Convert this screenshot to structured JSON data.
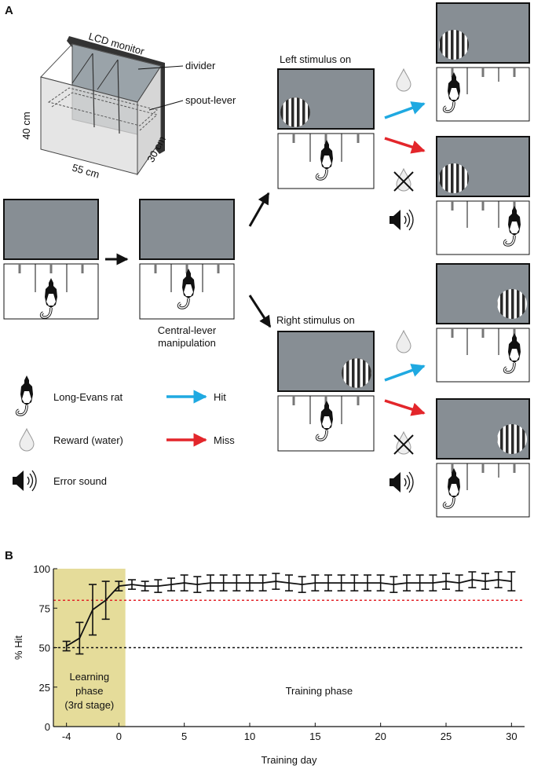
{
  "panel_a": {
    "letter": "A",
    "apparatus": {
      "lcd_label": "LCD monitor",
      "divider_label": "divider",
      "spout_label": "spout-lever",
      "height_label": "40 cm",
      "width_label": "55 cm",
      "depth_label": "30 cm"
    },
    "central_label_line1": "Central-lever",
    "central_label_line2": "manipulation",
    "left_stimulus_label": "Left stimulus on",
    "right_stimulus_label": "Right stimulus on",
    "legend": {
      "rat": "Long-Evans rat",
      "reward": "Reward (water)",
      "error": "Error sound",
      "hit": "Hit",
      "miss": "Miss"
    },
    "colors": {
      "hit": "#1fa9e1",
      "miss": "#e3262b",
      "monitor": "#878e94"
    }
  },
  "panel_b": {
    "letter": "B",
    "learning_label": [
      "Learning",
      "phase",
      "(3rd stage)"
    ],
    "training_label": "Training phase",
    "highlight_color": "#e5dc9a",
    "chart_data": {
      "type": "line",
      "xlabel": "Training day",
      "ylabel": "% Hit",
      "xlim": [
        -5,
        31
      ],
      "ylim": [
        0,
        100
      ],
      "xticks": [
        -4,
        0,
        5,
        10,
        15,
        20,
        25,
        30
      ],
      "yticks": [
        0,
        25,
        50,
        75,
        100
      ],
      "learning_phase_x": [
        -5,
        0.5
      ],
      "reference_lines": [
        {
          "y": 80,
          "color": "#e3262b",
          "style": "dashed"
        },
        {
          "y": 50,
          "color": "#111111",
          "style": "dashed"
        }
      ],
      "x": [
        -4,
        -3,
        -2,
        -1,
        0,
        1,
        2,
        3,
        4,
        5,
        6,
        7,
        8,
        9,
        10,
        11,
        12,
        13,
        14,
        15,
        16,
        17,
        18,
        19,
        20,
        21,
        22,
        23,
        24,
        25,
        26,
        27,
        28,
        29,
        30
      ],
      "y": [
        51,
        56,
        74,
        80,
        89,
        90,
        89,
        89,
        90,
        91,
        90,
        91,
        91,
        91,
        91,
        91,
        92,
        91,
        90,
        91,
        91,
        91,
        91,
        91,
        91,
        90,
        91,
        91,
        91,
        92,
        91,
        93,
        92,
        93,
        92
      ],
      "err": [
        3,
        10,
        16,
        12,
        3,
        3,
        3,
        4,
        4,
        5,
        5,
        5,
        5,
        5,
        5,
        5,
        5,
        5,
        5,
        5,
        5,
        5,
        5,
        5,
        5,
        5,
        5,
        5,
        5,
        5,
        5,
        5,
        5,
        5,
        6
      ]
    }
  }
}
